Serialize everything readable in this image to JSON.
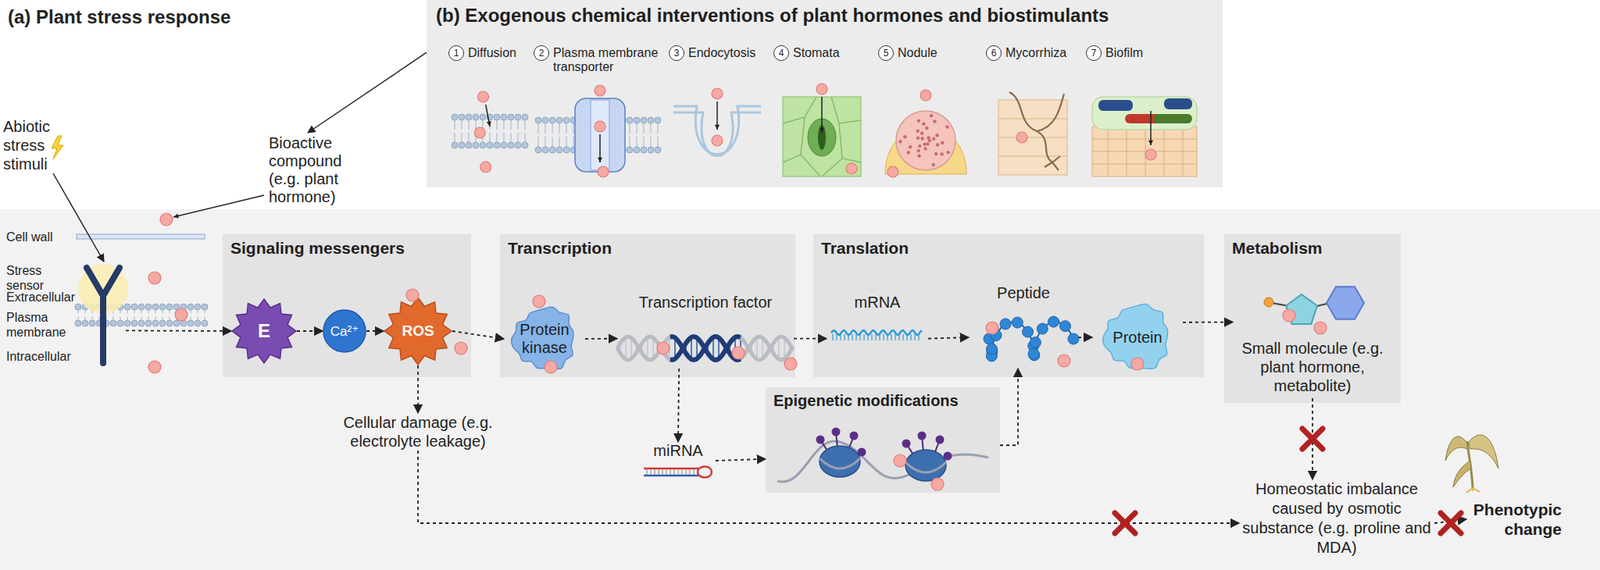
{
  "diagram": {
    "title": "(a) Plant stress response",
    "nodes": [
      {
        "text": [
          "(b) Exogenous chemical interventions of plant hormones and biostimulants"
        ]
      },
      {
        "text": [
          "1",
          "Diffusion"
        ],
        "in": 0
      },
      {
        "text": [
          "2",
          "Plasma membrane transporter"
        ],
        "in": 0
      },
      {
        "text": [
          "3",
          "Endocytosis"
        ],
        "in": 0
      },
      {
        "text": [
          "4",
          "Stomata"
        ],
        "in": 0
      },
      {
        "text": [
          "5",
          "Nodule"
        ],
        "in": 0
      },
      {
        "text": [
          "6",
          "Mycorrhiza"
        ],
        "in": 0
      },
      {
        "text": [
          "7",
          "Biofilm"
        ],
        "in": 0
      },
      {
        "text": [
          "Abiotic stress stimuli"
        ]
      },
      {
        "text": [
          "Bioactive compound (e.g. plant hormone)"
        ]
      },
      {
        "text": [
          "Stress sensor"
        ]
      },
      {
        "text": [
          "Signaling messengers"
        ]
      },
      {
        "text": [
          "E"
        ],
        "in": 11
      },
      {
        "text": [
          "Ca²⁺"
        ],
        "in": 11
      },
      {
        "text": [
          "ROS"
        ],
        "in": 11
      },
      {
        "text": [
          "Transcription"
        ]
      },
      {
        "text": [
          "Protein kinase"
        ],
        "in": 15
      },
      {
        "text": [
          "Transcription factor"
        ],
        "in": 15
      },
      {
        "text": [
          "Translation"
        ]
      },
      {
        "text": [
          "mRNA"
        ],
        "in": 18
      },
      {
        "text": [
          "Peptide"
        ],
        "in": 18
      },
      {
        "text": [
          "Protein"
        ],
        "in": 18
      },
      {
        "text": [
          "Metabolism"
        ]
      },
      {
        "text": [
          "Small molecule (e.g. plant hormone, metabolite)"
        ],
        "in": 22
      },
      {
        "text": [
          "Cellular damage (e.g. electrolyte leakage)"
        ]
      },
      {
        "text": [
          "miRNA"
        ]
      },
      {
        "text": [
          "Epigenetic modifications"
        ]
      },
      {
        "text": [
          "Homeostatic imbalance caused by osmotic substance (e.g. proline and MDA)"
        ]
      },
      {
        "text": [
          "Phenotypic change"
        ]
      }
    ],
    "edges": [
      {
        "from": 8,
        "to": 10,
        "arrow": "to"
      },
      {
        "from": 0,
        "to": 9,
        "arrow": "to"
      },
      {
        "from": 10,
        "to": 12,
        "arrow": "to"
      },
      {
        "from": 12,
        "to": 13,
        "arrow": "to"
      },
      {
        "from": 13,
        "to": 14,
        "arrow": "to"
      },
      {
        "from": 14,
        "to": 16,
        "arrow": "to"
      },
      {
        "from": 16,
        "to": 17,
        "arrow": "to"
      },
      {
        "from": 17,
        "to": 19,
        "arrow": "to"
      },
      {
        "from": 19,
        "to": 20,
        "arrow": "to"
      },
      {
        "from": 20,
        "to": 21,
        "arrow": "to"
      },
      {
        "from": 21,
        "to": 23,
        "arrow": "to"
      },
      {
        "from": 14,
        "to": 24,
        "arrow": "to"
      },
      {
        "from": 17,
        "to": 25,
        "arrow": "to"
      },
      {
        "from": 25,
        "to": 26,
        "arrow": "to"
      },
      {
        "from": 26,
        "to": 20,
        "arrow": "to"
      },
      {
        "from": 23,
        "to": 27,
        "arrow": "to"
      },
      {
        "from": 24,
        "to": 27,
        "arrow": "to"
      },
      {
        "from": 27,
        "to": 28,
        "arrow": "to"
      }
    ],
    "labels": [
      "Cell wall",
      "Extracellular",
      "Plasma membrane",
      "Intracellular"
    ]
  }
}
